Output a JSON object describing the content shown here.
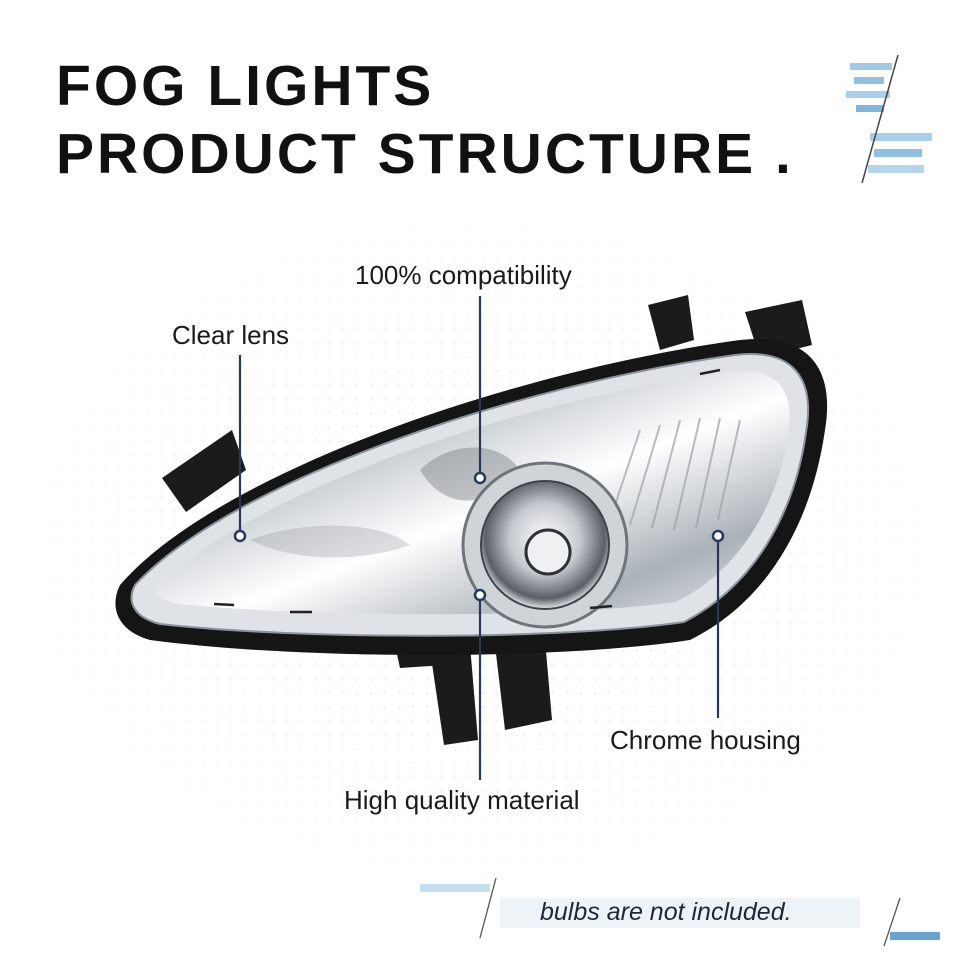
{
  "title": {
    "line1": "FOG LIGHTS",
    "line2": "PRODUCT STRUCTURE ."
  },
  "callouts": [
    {
      "id": "compatibility",
      "label": "100% compatibility"
    },
    {
      "id": "clear-lens",
      "label": "Clear lens"
    },
    {
      "id": "chrome-housing",
      "label": "Chrome housing"
    },
    {
      "id": "material",
      "label": "High quality material"
    }
  ],
  "footnote": "bulbs are not included.",
  "colors": {
    "title": "#111111",
    "leader_line": "#233a5e",
    "accent_blue": "#5aa7d6",
    "housing_dark": "#151515"
  },
  "icons": [
    "fog-light-illustration",
    "decor-stripes-icon"
  ]
}
